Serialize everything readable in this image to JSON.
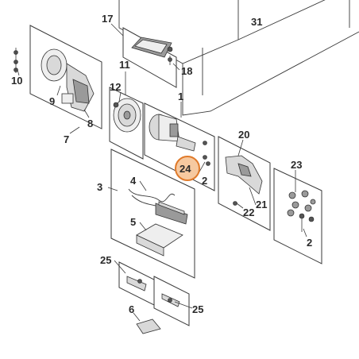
{
  "callouts": {
    "n17": "17",
    "n31": "31",
    "n10": "10",
    "n9": "9",
    "n8": "8",
    "n7": "7",
    "n11": "11",
    "n12": "12",
    "n18": "18",
    "n1": "1",
    "n20": "20",
    "n24": "24",
    "n2a": "2",
    "n23": "23",
    "n3": "3",
    "n4": "4",
    "n5": "5",
    "n21": "21",
    "n22": "22",
    "n2b": "2",
    "n25a": "25",
    "n6": "6",
    "n25b": "25"
  },
  "colors": {
    "highlight_fill": "#f6c9a0",
    "highlight_stroke": "#e07a2a"
  }
}
